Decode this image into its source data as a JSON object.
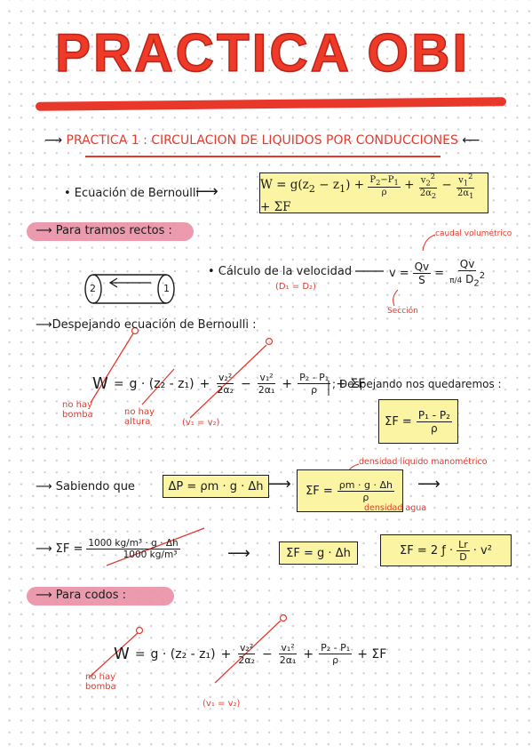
{
  "page": {
    "title": "PRACTICA OBI",
    "subtitle": "PRACTICA 1 : CIRCULACION DE LIQUIDOS POR CONDUCCIONES",
    "bernoulli_label": "• Ecuación de Bernoulli",
    "bernoulli_eq": "W = g(z₂ − z₁) + (P₂−P₁)/ρ + v₂²/2α₂ − v₁²/2α₁ + ΣF",
    "section_straight": "Para tramos rectos :",
    "caudal_note": "caudal volumétrico",
    "velocity_label": "• Cálculo de la velocidad",
    "velocity_cond": "(D₁ = D₂)",
    "v_eq_v": "v",
    "v_eq_qv": "Qv",
    "v_eq_s": "S",
    "v_eq_pi": "π/4",
    "v_eq_d": "D",
    "seccion_note": "Sección",
    "pipe_left": "2",
    "pipe_right": "1",
    "despejando": "Despejando ecuación de Bernoulli :",
    "w_symbol": "W",
    "eq_g": "g · (z₂ - z₁)",
    "eq_v2n": "v₂²",
    "eq_v2d": "2α₂",
    "eq_v1n": "v₁²",
    "eq_v1d": "2α₁",
    "eq_pn": "P₂ - P₁",
    "eq_pd": "ρ",
    "eq_sf": "+ ΣF",
    "despejando_nos": "; Despejando nos quedaremos :",
    "no_bomba": "no hay bomba",
    "no_altura": "no hay altura",
    "v1v2": "(v₁ = v₂)",
    "zero": "0",
    "sigma_f": "ΣF =",
    "box1_num": "P₁ - P₂",
    "box1_den": "ρ",
    "sabiendo": "Sabiendo que",
    "delta_p": "ΔP = ρm · g · Δh",
    "densidad_liquido": "densidad líquido manométrico",
    "box2_num": "ρm · g · Δh",
    "box2_den": "ρ",
    "densidad_agua": "densidad agua",
    "line5_lhs": "ΣF =",
    "line5_num": "1000 kg/m³ · g · Δh",
    "line5_den": "1000 kg/m³",
    "box3": "ΣF = g · Δh",
    "box4_lhs": "ΣF = 2 ƒ ·",
    "box4_num": "Lr",
    "box4_den": "D",
    "box4_rhs": "· v²",
    "section_codos": "Para codos :",
    "plus": "+",
    "minus": "−"
  }
}
